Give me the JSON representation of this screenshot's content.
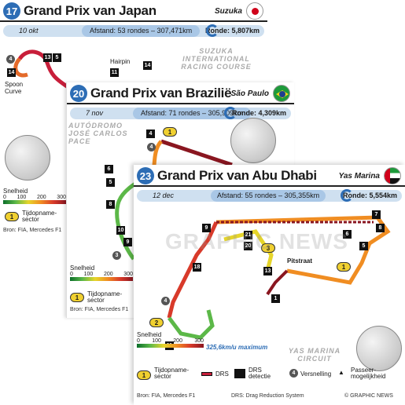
{
  "japan": {
    "number": "17",
    "title": "Grand Prix van Japan",
    "city": "Suzuka",
    "date": "10 okt",
    "distance": "Afstand: 53 rondes – 307,471km",
    "lap": "Ronde: 5,807km",
    "circuit_name": "SUZUKA INTERNATIONAL RACING COURSE",
    "spoon": "Spoon Curve",
    "hairpin": "Hairpin",
    "speed_label": "Snelheid",
    "speed_ticks": [
      "0",
      "100",
      "200",
      "300"
    ],
    "sector_label": "Tijdopname- sector",
    "source": "Bron: FIA, Mercedes F1",
    "flag_color": "#d0021b"
  },
  "brazil": {
    "number": "20",
    "title": "Grand Prix van Brazilië",
    "city": "São Paulo",
    "date": "7 nov",
    "distance": "Afstand: 71 rondes – 305,909km",
    "lap": "Ronde: 4,309km",
    "circuit_name": "AUTÓDROMO JOSÉ CARLOS PACE",
    "speed_label": "Snelheid",
    "speed_ticks": [
      "0",
      "100",
      "200",
      "300"
    ],
    "sector_label": "Tijdopname- sector",
    "source": "Bron: FIA, Mercedes F1",
    "flag_color": "#1d9a3a"
  },
  "abudhabi": {
    "number": "23",
    "title": "Grand Prix van Abu Dhabi",
    "city": "Yas Marina",
    "date": "12 dec",
    "distance": "Afstand: 55 rondes – 305,355km",
    "lap": "Ronde: 5,554km",
    "circuit_name": "YAS MARINA CIRCUIT",
    "pitlane": "Pitstraat",
    "speed_label": "Snelheid",
    "speed_ticks": [
      "0",
      "100",
      "200",
      "300"
    ],
    "max_speed": "325,6km/u maximum",
    "sector_label": "Tijdopname- sector",
    "drs_label": "DRS",
    "drs_detect": "DRS detectie",
    "gear_label": "Versnelling",
    "overtake_label": "Passeer- mogelijkheid",
    "source": "Bron: FIA, Mercedes F1",
    "drs_full": "DRS: Drag Reduction System",
    "copyright": "© GRAPHIC NEWS"
  },
  "watermark": "GRAPHIC NEWS"
}
